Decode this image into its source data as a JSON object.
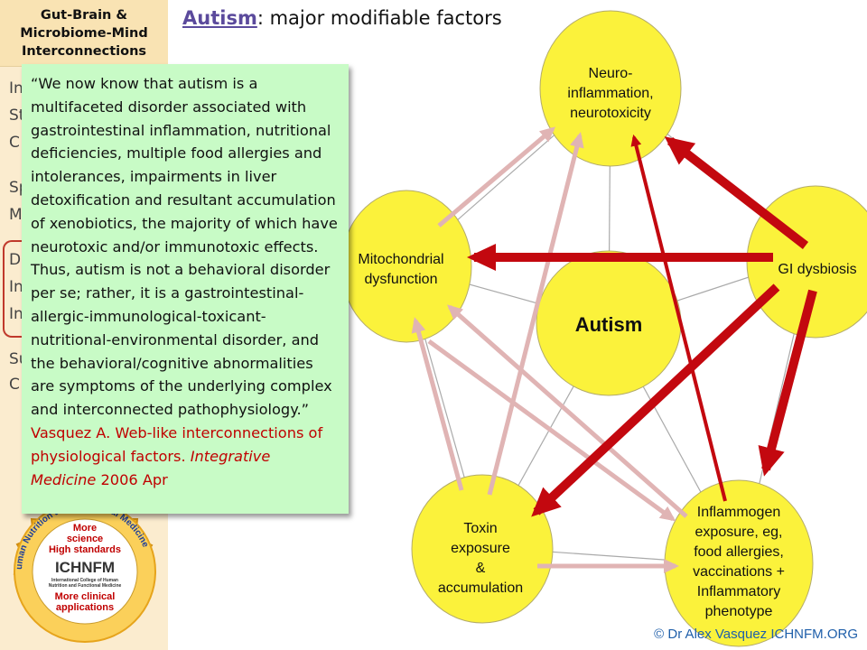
{
  "sidebar": {
    "title_lines": [
      "Gut-Brain &",
      "Microbiome-Mind",
      "Interconnections"
    ],
    "items": [
      "In",
      "St",
      "C",
      "Sp",
      "M",
      "D",
      "In",
      "In",
      "Su",
      "C"
    ]
  },
  "title": {
    "keyword": "Autism",
    "rest": ": major modifiable factors"
  },
  "quote": {
    "text": "“We now know that autism is a multifaceted disorder associated with gastrointestinal inflammation, nutritional deficiencies, multiple food allergies and intolerances, impairments in liver detoxification and resultant accumulation of xenobiotics, the majority of which have neurotoxic and/or immunotoxic effects. Thus, autism is not a behavioral disorder per se; rather, it is a gastrointestinal-allergic-immunological-toxicant-nutritional-environmental disorder, and the behavioral/cognitive abnormalities are symptoms of the underlying complex and interconnected pathophysiology.”",
    "citation": "Vasquez A. Web-like interconnections of physiological factors.",
    "journal": "Integrative Medicine",
    "date": "2006 Apr"
  },
  "diagram": {
    "center": "Autism",
    "nodes": {
      "neuro": [
        "Neuro-",
        "inflammation,",
        "neurotoxicity"
      ],
      "mito": [
        "Mitochondrial",
        "dysfunction"
      ],
      "gi": [
        "GI dysbiosis"
      ],
      "toxin": [
        "Toxin",
        "exposure",
        "&",
        "accumulation"
      ],
      "inflam": [
        "Inflammogen",
        "exposure, eg,",
        "food allergies,",
        "vaccinations +",
        "Inflammatory",
        "phenotype"
      ]
    },
    "colors": {
      "node_fill": "#fbf23b",
      "strong_arrow": "#c3080f",
      "weak_arrow": "#e0b4b4",
      "edge": "#aaaaaa"
    }
  },
  "badge": {
    "ring_text": "ICHNFM.ORG • International College of Human Nutrition and Functional Medicine",
    "line1": "More",
    "line2": "science",
    "line3": "High standards",
    "logo": "ICHNFM",
    "logo_sub1": "International College of Human",
    "logo_sub2": "Nutrition and Functional Medicine",
    "line4": "More clinical",
    "line5": "applications"
  },
  "copyright": "© Dr Alex Vasquez ICHNFM.ORG"
}
